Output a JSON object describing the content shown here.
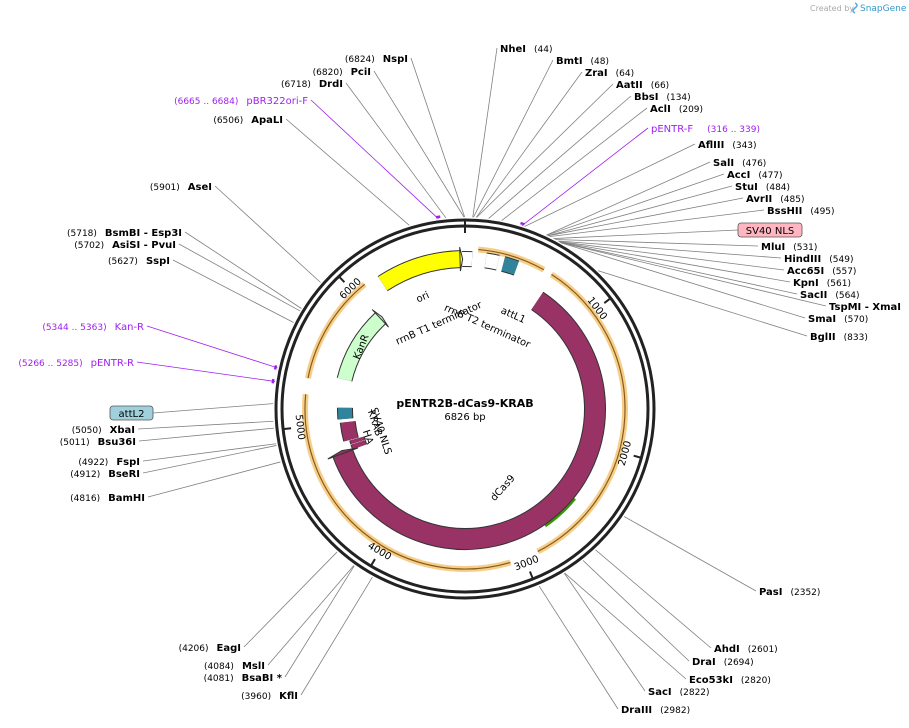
{
  "credit": {
    "prefix": "Created by",
    "brand": "SnapGene"
  },
  "plasmid": {
    "name": "pENTR2B-dCas9-KRAB",
    "size_label": "6826 bp",
    "length": 6826
  },
  "colors": {
    "backbone": "#222222",
    "dcas9": "#993366",
    "ori": "#ffff00",
    "kanr": "#ccffcc",
    "attl": "#31849b",
    "sv40_nls": "#ffb6c1",
    "orf": "#f0a830",
    "primer": "#a020f0",
    "orf_arrow_green": "#339900"
  },
  "ticks": [
    {
      "pos": 1000,
      "label": "1000"
    },
    {
      "pos": 2000,
      "label": "2000"
    },
    {
      "pos": 3000,
      "label": "3000"
    },
    {
      "pos": 4000,
      "label": "4000"
    },
    {
      "pos": 5000,
      "label": "5000"
    },
    {
      "pos": 6000,
      "label": "6000"
    }
  ],
  "enzymes": [
    {
      "name": "NheI",
      "pos": "(44)",
      "bp": 44
    },
    {
      "name": "BmtI",
      "pos": "(48)",
      "bp": 48
    },
    {
      "name": "ZraI",
      "pos": "(64)",
      "bp": 64
    },
    {
      "name": "AatII",
      "pos": "(66)",
      "bp": 66
    },
    {
      "name": "BbsI",
      "pos": "(134)",
      "bp": 134
    },
    {
      "name": "AclI",
      "pos": "(209)",
      "bp": 209
    },
    {
      "name": "AflIII",
      "pos": "(343)",
      "bp": 343
    },
    {
      "name": "SalI",
      "pos": "(476)",
      "bp": 476
    },
    {
      "name": "AccI",
      "pos": "(477)",
      "bp": 477
    },
    {
      "name": "StuI",
      "pos": "(484)",
      "bp": 484
    },
    {
      "name": "AvrII",
      "pos": "(485)",
      "bp": 485
    },
    {
      "name": "BssHII",
      "pos": "(495)",
      "bp": 495
    },
    {
      "name": "MluI",
      "pos": "(531)",
      "bp": 531
    },
    {
      "name": "HindIII",
      "pos": "(549)",
      "bp": 549
    },
    {
      "name": "Acc65I",
      "pos": "(557)",
      "bp": 557
    },
    {
      "name": "KpnI",
      "pos": "(561)",
      "bp": 561
    },
    {
      "name": "SacII",
      "pos": "(564)",
      "bp": 564
    },
    {
      "name": "TspMI  -  XmaI",
      "pos": "(568)",
      "bp": 568
    },
    {
      "name": "SmaI",
      "pos": "(570)",
      "bp": 570
    },
    {
      "name": "BglII",
      "pos": "(833)",
      "bp": 833
    },
    {
      "name": "PasI",
      "pos": "(2352)",
      "bp": 2352
    },
    {
      "name": "AhdI",
      "pos": "(2601)",
      "bp": 2601
    },
    {
      "name": "DraI",
      "pos": "(2694)",
      "bp": 2694
    },
    {
      "name": "Eco53kI",
      "pos": "(2820)",
      "bp": 2820
    },
    {
      "name": "SacI",
      "pos": "(2822)",
      "bp": 2822
    },
    {
      "name": "DraIII",
      "pos": "(2982)",
      "bp": 2982
    },
    {
      "name": "KflI",
      "pos": "(3960)",
      "bp": 3960
    },
    {
      "name": "BsaBI  *",
      "pos": "(4081)",
      "bp": 4081
    },
    {
      "name": "MslI",
      "pos": "(4084)",
      "bp": 4084
    },
    {
      "name": "EagI",
      "pos": "(4206)",
      "bp": 4206
    },
    {
      "name": "BamHI",
      "pos": "(4816)",
      "bp": 4816
    },
    {
      "name": "BseRI",
      "pos": "(4912)",
      "bp": 4912
    },
    {
      "name": "FspI",
      "pos": "(4922)",
      "bp": 4922
    },
    {
      "name": "Bsu36I",
      "pos": "(5011)",
      "bp": 5011
    },
    {
      "name": "XbaI",
      "pos": "(5050)",
      "bp": 5050
    },
    {
      "name": "SspI",
      "pos": "(5627)",
      "bp": 5627
    },
    {
      "name": "AsiSI  -  PvuI",
      "pos": "(5702)",
      "bp": 5702
    },
    {
      "name": "BsmBI  -  Esp3I",
      "pos": "(5718)",
      "bp": 5718
    },
    {
      "name": "AseI",
      "pos": "(5901)",
      "bp": 5901
    },
    {
      "name": "ApaLI",
      "pos": "(6506)",
      "bp": 6506
    },
    {
      "name": "DrdI",
      "pos": "(6718)",
      "bp": 6718
    },
    {
      "name": "PciI",
      "pos": "(6820)",
      "bp": 6820
    },
    {
      "name": "NspI",
      "pos": "(6824)",
      "bp": 6824
    }
  ],
  "primers": [
    {
      "name": "pENTR-F",
      "range": "(316 .. 339)",
      "bp": 327
    },
    {
      "name": "pBR322ori-F",
      "range": "(6665 .. 6684)",
      "bp": 6675
    },
    {
      "name": "Kan-R",
      "range": "(5344 .. 5363)",
      "bp": 5354
    },
    {
      "name": "pENTR-R",
      "range": "(5266 .. 5285)",
      "bp": 5276
    }
  ],
  "boxed_features": [
    {
      "name": "SV40 NLS",
      "bp": 520,
      "color": "#ffb6c1"
    },
    {
      "name": "attL2",
      "bp": 5150,
      "color": "#9fd0dc"
    }
  ],
  "features": [
    {
      "name": "dCas9",
      "start": 640,
      "end": 4740,
      "color": "#993366"
    },
    {
      "name": "ori",
      "start": 6195,
      "end": 6790,
      "color": "#ffff00"
    },
    {
      "name": "KanR",
      "start": 5380,
      "end": 6010,
      "color": "#ccffcc"
    },
    {
      "name": "rrnB T1 terminator",
      "start": 6805,
      "end": 51,
      "color": "#ffffff"
    },
    {
      "name": "rrnB T2 terminator",
      "start": 150,
      "end": 240,
      "color": "#ffffff"
    },
    {
      "name": "attL1",
      "start": 280,
      "end": 380,
      "color": "#31849b"
    },
    {
      "name": "SV40 NLS",
      "start": 4745,
      "end": 4790,
      "color": "#993366"
    },
    {
      "name": "HA",
      "start": 4795,
      "end": 4830,
      "color": "#993366"
    },
    {
      "name": "KRAB",
      "start": 4835,
      "end": 5000,
      "color": "#993366"
    },
    {
      "name": "attL2",
      "start": 5030,
      "end": 5130,
      "color": "#31849b"
    }
  ]
}
